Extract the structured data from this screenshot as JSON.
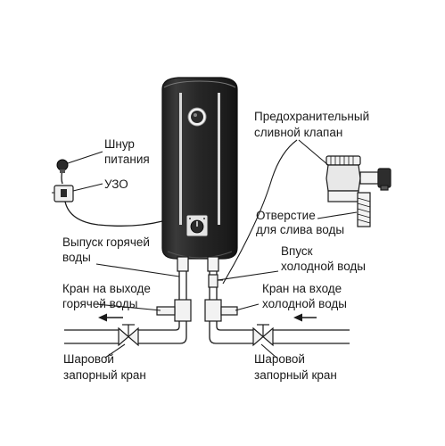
{
  "labels": {
    "cord": [
      "Шнур",
      "питания"
    ],
    "rcd": "УЗО",
    "safety_valve": [
      "Предохранительный",
      "сливной клапан"
    ],
    "drain_hole": [
      "Отверстие",
      "для слива воды"
    ],
    "hot_outlet": [
      "Выпуск горячей",
      "воды"
    ],
    "cold_inlet": [
      "Впуск",
      "холодной воды"
    ],
    "hot_tap": [
      "Кран на выходе",
      "горячей воды"
    ],
    "cold_tap": [
      "Кран на входе",
      "холодной воды"
    ],
    "ball_valve_left": [
      "Шаровой",
      "запорный кран"
    ],
    "ball_valve_right": [
      "Шаровой",
      "запорный кран"
    ]
  },
  "colors": {
    "tank": "#2b2b2b",
    "tank_highlight": "#d9d9d9",
    "line": "#1a1a1a",
    "pipe_fill": "#ffffff",
    "valve_fill": "#f2f2f2"
  },
  "icons": {
    "thermostat": "knob-icon",
    "plug": "plug-icon",
    "flow_arrow": "arrow-left-icon"
  }
}
